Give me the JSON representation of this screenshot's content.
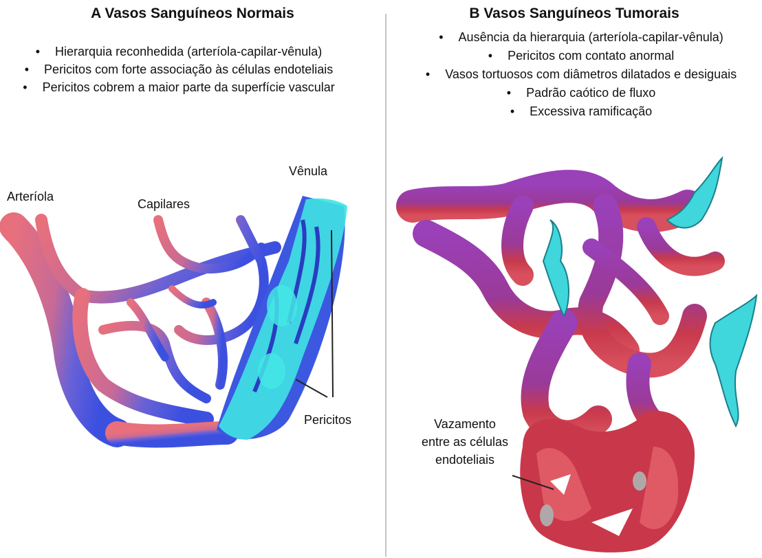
{
  "panel_a": {
    "title": "A Vasos Sanguíneos Normais",
    "bullets": [
      "Hierarquia reconhedida (arteríola-capilar-vênula)",
      "Pericitos com forte associação às células endoteliais",
      "Pericitos cobrem a maior parte da superfície vascular"
    ],
    "labels": {
      "arteriola": "Arteríola",
      "capilares": "Capilares",
      "venula": "Vênula",
      "pericitos": "Pericitos"
    }
  },
  "panel_b": {
    "title": "B Vasos Sanguíneos Tumorais",
    "bullets": [
      "Ausência da hierarquia  (arteríola-capilar-vênula)",
      "Pericitos com contato anormal",
      "Vasos tortuosos com diâmetros  dilatados e desiguais",
      "Padrão caótico de fluxo",
      "Excessiva ramificação"
    ],
    "labels": {
      "vazamento": "Vazamento entre as células endoteliais"
    }
  },
  "colors": {
    "artery": "#e0707a",
    "vein": "#4a5ad8",
    "pericyte": "#3fe0e0",
    "tumor_vessel": "#9a3fb0",
    "tumor_red": "#c8384a"
  }
}
